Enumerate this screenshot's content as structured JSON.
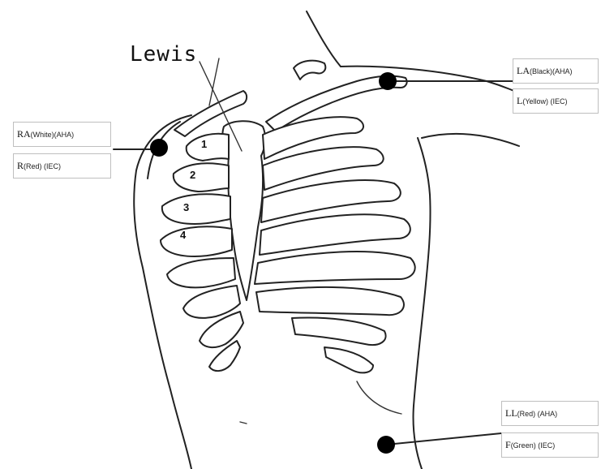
{
  "title": "Lewis",
  "rib_numbers": [
    "1",
    "2",
    "3",
    "4"
  ],
  "electrodes": {
    "ra": {
      "aha_code": "RA",
      "aha_desc": "(White)(AHA)",
      "iec_code": "R",
      "iec_desc": " (Red) (IEC)"
    },
    "la": {
      "aha_code": "LA",
      "aha_desc": "(Black)(AHA)",
      "iec_code": "L",
      "iec_desc": "(Yellow) (IEC)"
    },
    "ll": {
      "aha_code": "LL",
      "aha_desc": "(Red) (AHA)",
      "iec_code": "F",
      "iec_desc": " (Green) (IEC)"
    }
  },
  "colors": {
    "line": "#222222",
    "electrode_dot": "#000000",
    "label_border": "#bfbfbf"
  }
}
